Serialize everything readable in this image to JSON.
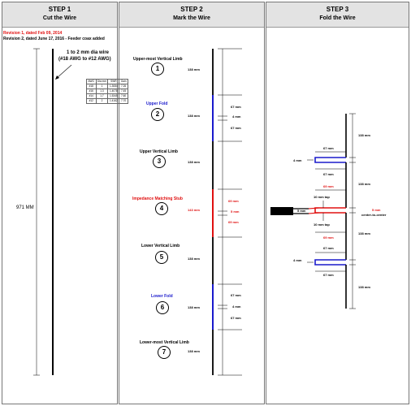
{
  "step1": {
    "title": "STEP 1",
    "subtitle": "Cut the Wire",
    "rev1": "Revision 1, dated Feb 09, 2014",
    "rev2": "Revision 2, dated June 17, 2016 - Feeder coax added",
    "wire_note_1": "1 to 2 mm dia wire",
    "wire_note_2": "(#18 AWG to #12 AWG)",
    "length": "971 MM",
    "table": {
      "headers": [
        "AWG",
        "Dia mm",
        "SWR",
        "Gain"
      ],
      "rows": [
        [
          "#18",
          "1",
          "1.3084",
          "7.26"
        ],
        [
          "#16",
          "1.3",
          "1.4078",
          "7.45"
        ],
        [
          "#14",
          "1.7",
          "1.5345",
          "7.60"
        ],
        [
          "#12",
          "2",
          "1.4162",
          "7.70"
        ]
      ]
    }
  },
  "step2": {
    "title": "STEP 2",
    "subtitle": "Mark the Wire",
    "sections": [
      {
        "num": "1",
        "label": "Upper-most Vertical Limb",
        "length": "138 mm"
      },
      {
        "num": "2",
        "label": "Upper Fold",
        "length": "138 mm",
        "parts": [
          "67 mm",
          "4 mm",
          "67 mm"
        ]
      },
      {
        "num": "3",
        "label": "Upper Vertical Limb",
        "length": "138 mm"
      },
      {
        "num": "4",
        "label": "Impedance Matching Stub",
        "length": "143 mm",
        "parts": [
          "69 mm",
          "5 mm",
          "69 mm"
        ]
      },
      {
        "num": "5",
        "label": "Lower Vertical Limb",
        "length": "138 mm"
      },
      {
        "num": "6",
        "label": "Lower Fold",
        "length": "138 mm",
        "parts": [
          "67 mm",
          "4 mm",
          "67 mm"
        ]
      },
      {
        "num": "7",
        "label": "Lower-most Vertical Limb",
        "length": "138 mm"
      }
    ]
  },
  "step3": {
    "title": "STEP 3",
    "subtitle": "Fold the Wire",
    "labels": {
      "top_limb": "138 mm",
      "upper_fold_top": "67 mm",
      "upper_fold_gap": "4 mm",
      "upper_fold_bottom": "67 mm",
      "upper_limb": "138 mm",
      "stub_top": "69 mm",
      "tap_top": "10 mm tap",
      "feed_gap": "5 mm",
      "center": "5 mm",
      "center_note": "center-to-center",
      "tap_bottom": "10 mm tap",
      "stub_bottom": "69 mm",
      "lower_limb": "138 mm",
      "lower_fold_top": "67 mm",
      "lower_fold_gap": "4 mm",
      "lower_fold_bottom": "67 mm",
      "bottom_limb": "138 mm"
    }
  },
  "colors": {
    "blue": "#1a1acc",
    "red": "#e01010",
    "rev": "#e01010"
  }
}
